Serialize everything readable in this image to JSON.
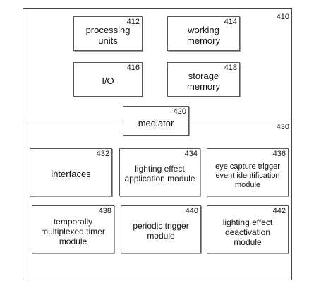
{
  "outer": {
    "ref": "410"
  },
  "lower": {
    "ref": "430"
  },
  "top_blocks": [
    {
      "ref": "412",
      "label": "processing\nunits"
    },
    {
      "ref": "414",
      "label": "working\nmemory"
    },
    {
      "ref": "416",
      "label": "I/O"
    },
    {
      "ref": "418",
      "label": "storage\nmemory"
    }
  ],
  "mediator": {
    "ref": "420",
    "label": "mediator"
  },
  "modules": [
    {
      "ref": "432",
      "label": "interfaces"
    },
    {
      "ref": "434",
      "label": "lighting effect\napplication module"
    },
    {
      "ref": "436",
      "label": "eye capture trigger\nevent identification\nmodule"
    },
    {
      "ref": "438",
      "label": "temporally\nmultiplexed timer\nmodule"
    },
    {
      "ref": "440",
      "label": "periodic trigger\nmodule"
    },
    {
      "ref": "442",
      "label": "lighting effect\ndeactivation\nmodule"
    }
  ]
}
